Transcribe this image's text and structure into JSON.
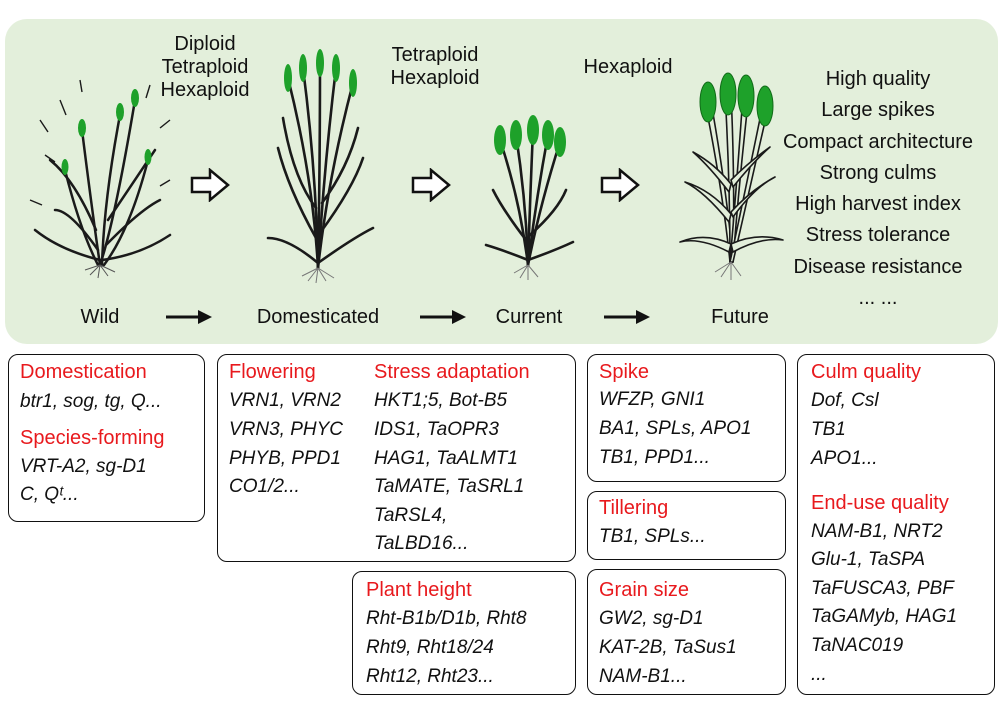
{
  "stages": {
    "wild": "Wild",
    "domesticated": "Domesticated",
    "current": "Current",
    "future": "Future"
  },
  "ploidy": {
    "domesticated": [
      "Diploid",
      "Tetraploid",
      "Hexaploid"
    ],
    "current": [
      "Tetraploid",
      "Hexaploid"
    ],
    "future": "Hexaploid"
  },
  "traits": [
    "High quality",
    "Large spikes",
    "Compact architecture",
    "Strong culms",
    "High harvest index",
    "Stress tolerance",
    "Disease resistance",
    "... ..."
  ],
  "colors": {
    "panel": "#e3efdb",
    "heading": "#e8191d",
    "spike": "#1ea12a",
    "plant": "#1a1a1a"
  },
  "boxes": {
    "domestication": {
      "heading1": "Domestication",
      "genes1": "btr1, sog, tg, Q...",
      "heading2": "Species-forming",
      "genes2a": "VRT-A2, sg-D1",
      "genes2b": "C, Qᵗ..."
    },
    "flowering": {
      "heading": "Flowering",
      "lines": [
        "VRN1, VRN2",
        "VRN3, PHYC",
        "PHYB, PPD1",
        "CO1/2..."
      ]
    },
    "stress": {
      "heading": "Stress adaptation",
      "lines": [
        "HKT1;5, Bot-B5",
        "IDS1, TaOPR3",
        "HAG1, TaALMT1",
        "TaMATE, TaSRL1",
        "TaRSL4,",
        "TaLBD16..."
      ]
    },
    "plant_height": {
      "heading": "Plant height",
      "lines": [
        "Rht-B1b/D1b, Rht8",
        "Rht9, Rht18/24",
        "Rht12, Rht23..."
      ]
    },
    "spike": {
      "heading": "Spike",
      "lines": [
        "WFZP, GNI1",
        "BA1, SPLs, APO1",
        "TB1, PPD1..."
      ]
    },
    "tillering": {
      "heading": "Tillering",
      "lines": [
        "TB1, SPLs..."
      ]
    },
    "grain_size": {
      "heading": "Grain size",
      "lines": [
        "GW2, sg-D1",
        "KAT-2B, TaSus1",
        "NAM-B1..."
      ]
    },
    "culm_quality": {
      "heading": "Culm quality",
      "lines": [
        "Dof, Csl",
        "TB1",
        "APO1..."
      ]
    },
    "end_use": {
      "heading": "End-use quality",
      "lines": [
        "NAM-B1, NRT2",
        "Glu-1, TaSPA",
        "TaFUSCA3, PBF",
        "TaGAMyb, HAG1",
        "TaNAC019",
        "..."
      ]
    }
  }
}
